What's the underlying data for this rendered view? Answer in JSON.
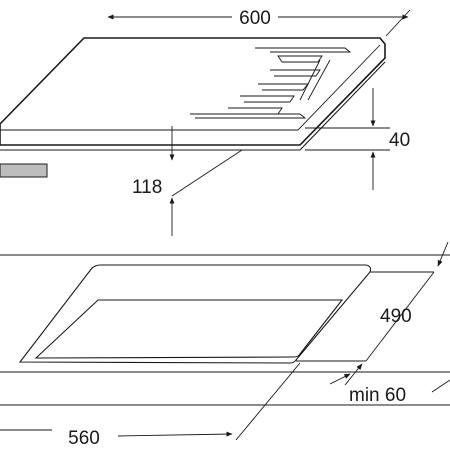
{
  "dimensions": {
    "width_top": "600",
    "hob_height": "40",
    "clearance_below": "118",
    "cutout_depth": "490",
    "min_front": "min 60",
    "cutout_width": "560"
  },
  "colors": {
    "line": "#1a1a1a",
    "control_panel": "#bdbdbd"
  }
}
